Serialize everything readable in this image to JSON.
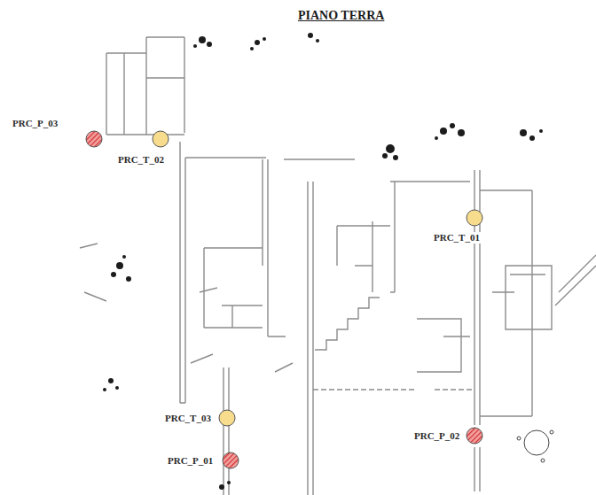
{
  "diagram": {
    "title": "PIANO TERRA",
    "labels": [
      "PRC_P_03",
      "PRC_T_02",
      "PRC_T_01",
      "PRC_T_03",
      "PRC_P_02",
      "PRC_P_01"
    ]
  }
}
